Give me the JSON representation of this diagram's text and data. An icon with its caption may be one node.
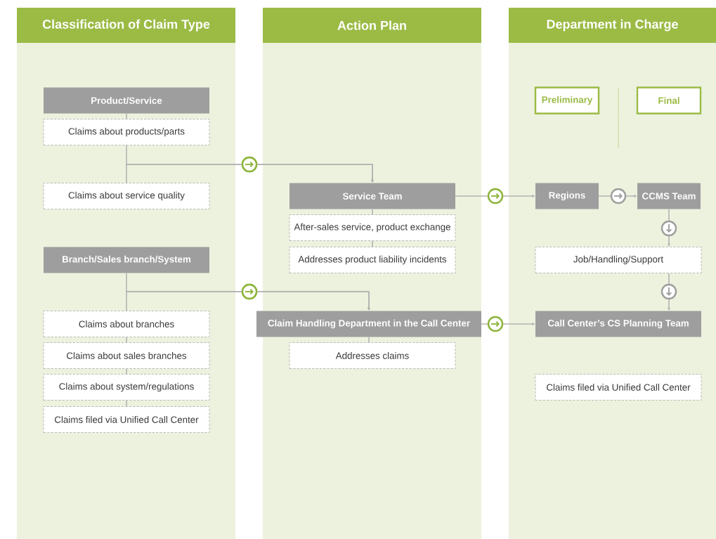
{
  "diagram": {
    "nodes": [
      {
        "text": [
          "Classification of Claim Type"
        ]
      },
      {
        "text": [
          "Action Plan"
        ]
      },
      {
        "text": [
          "Department in Charge"
        ]
      },
      {
        "text": [
          "Product/Service"
        ],
        "in": 0
      },
      {
        "text": [
          "Claims about products/parts"
        ],
        "in": 0
      },
      {
        "text": [
          "Claims about service quality"
        ],
        "in": 0
      },
      {
        "text": [
          "Branch/Sales branch/System"
        ],
        "in": 0
      },
      {
        "text": [
          "Claims about branches"
        ],
        "in": 0
      },
      {
        "text": [
          "Claims about sales branches"
        ],
        "in": 0
      },
      {
        "text": [
          "Claims about system/regulations"
        ],
        "in": 0
      },
      {
        "text": [
          "Claims filed via Unified Call Center"
        ],
        "in": 0
      },
      {
        "text": [
          "Service Team"
        ],
        "in": 1
      },
      {
        "text": [
          "After-sales service, product exchange"
        ],
        "in": 1
      },
      {
        "text": [
          "Addresses product liability incidents"
        ],
        "in": 1
      },
      {
        "text": [
          "Claim Handling Department in the Call Center"
        ],
        "in": 1
      },
      {
        "text": [
          "Addresses claims"
        ],
        "in": 1
      },
      {
        "text": [
          "Preliminary"
        ],
        "in": 2
      },
      {
        "text": [
          "Final"
        ],
        "in": 2
      },
      {
        "text": [
          "Regions"
        ],
        "in": 2
      },
      {
        "text": [
          "CCMS Team"
        ],
        "in": 2
      },
      {
        "text": [
          "Job/Handling/Support"
        ],
        "in": 2
      },
      {
        "text": [
          "Call Center’s CS Planning Team"
        ],
        "in": 2
      },
      {
        "text": [
          "Claims filed via Unified Call Center"
        ],
        "in": 2
      }
    ],
    "edges": [
      {
        "from": 3,
        "to": 4,
        "arrow": "none"
      },
      {
        "from": 4,
        "to": 11,
        "arrow": "to"
      },
      {
        "from": 5,
        "to": 11,
        "arrow": "to"
      },
      {
        "from": 6,
        "to": 14,
        "arrow": "to"
      },
      {
        "from": 7,
        "to": 14,
        "arrow": "to"
      },
      {
        "from": 7,
        "to": 8,
        "arrow": "none"
      },
      {
        "from": 8,
        "to": 9,
        "arrow": "none"
      },
      {
        "from": 9,
        "to": 10,
        "arrow": "none"
      },
      {
        "from": 11,
        "to": 12,
        "arrow": "none"
      },
      {
        "from": 12,
        "to": 13,
        "arrow": "none"
      },
      {
        "from": 14,
        "to": 15,
        "arrow": "none"
      },
      {
        "from": 11,
        "to": 18,
        "arrow": "to"
      },
      {
        "from": 18,
        "to": 19,
        "arrow": "to"
      },
      {
        "from": 19,
        "to": 20,
        "arrow": "to"
      },
      {
        "from": 20,
        "to": 21,
        "arrow": "to"
      },
      {
        "from": 14,
        "to": 21,
        "arrow": "to"
      }
    ]
  }
}
